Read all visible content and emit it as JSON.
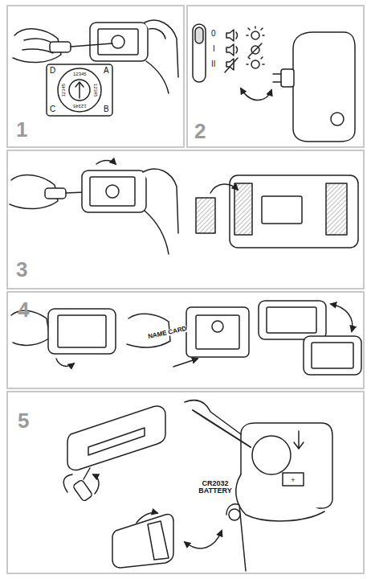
{
  "diagram": {
    "nodes": [
      {
        "text": [
          "1"
        ]
      },
      {
        "text": [
          "2"
        ]
      },
      {
        "text": [
          "3"
        ]
      },
      {
        "text": [
          "4"
        ]
      },
      {
        "text": [
          "5"
        ]
      }
    ],
    "labels": [
      "D",
      "A",
      "C",
      "B",
      "12345",
      "12345",
      "12345",
      "12345",
      "0",
      "I",
      "II",
      "NAME CARD",
      "CR2032 BATTERY"
    ]
  }
}
